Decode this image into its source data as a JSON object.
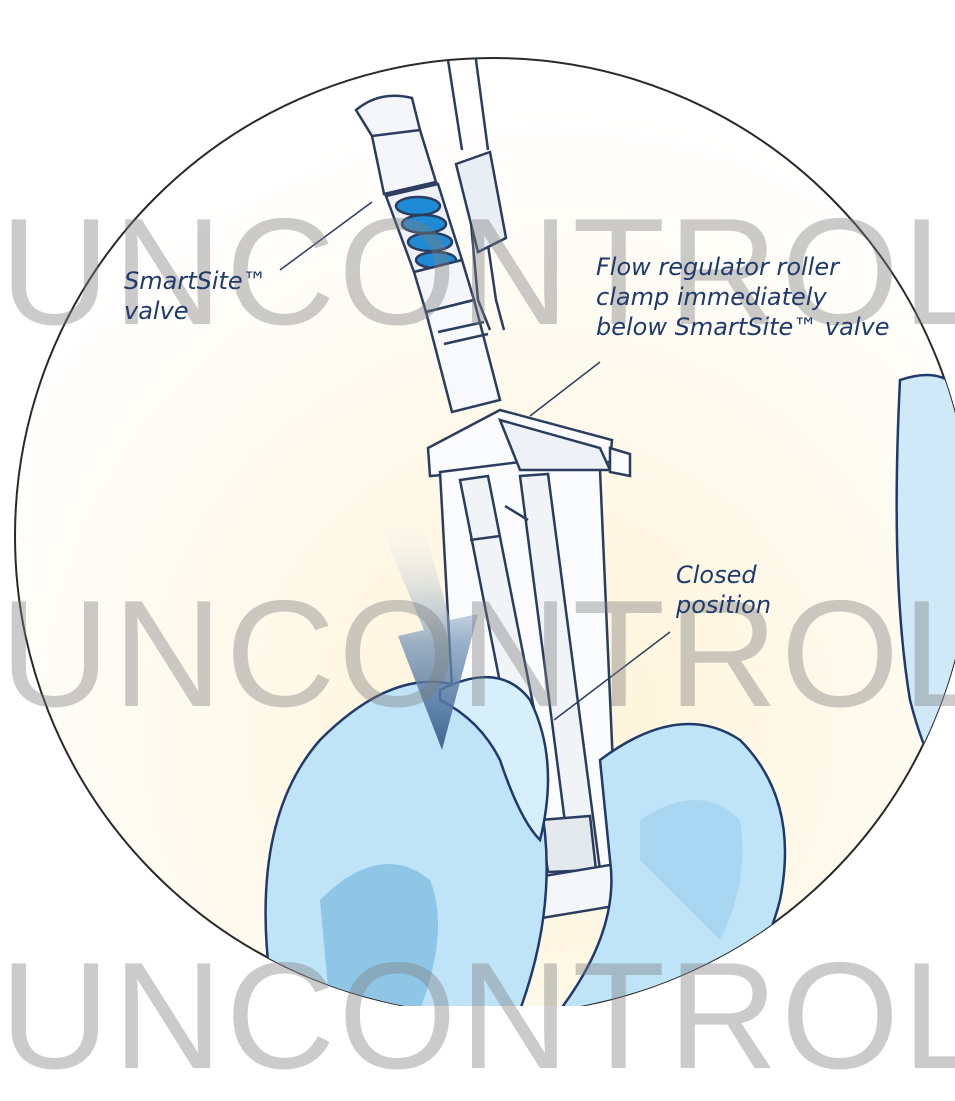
{
  "labels": {
    "smartsite": [
      "SmartSite™",
      "valve"
    ],
    "flow": [
      "Flow regulator roller",
      "clamp immediately",
      "below SmartSite™ valve"
    ],
    "closed": [
      "Closed",
      "position"
    ]
  },
  "watermark": "UNCONTROL",
  "colors": {
    "glove": "#bfe3f7",
    "glove_shade": "#8fc6e6",
    "outline": "#1f3a6b",
    "valve_blue": "#1f8ad6",
    "arrow": "#4a6e99",
    "background_warm": "#fdf6df"
  }
}
